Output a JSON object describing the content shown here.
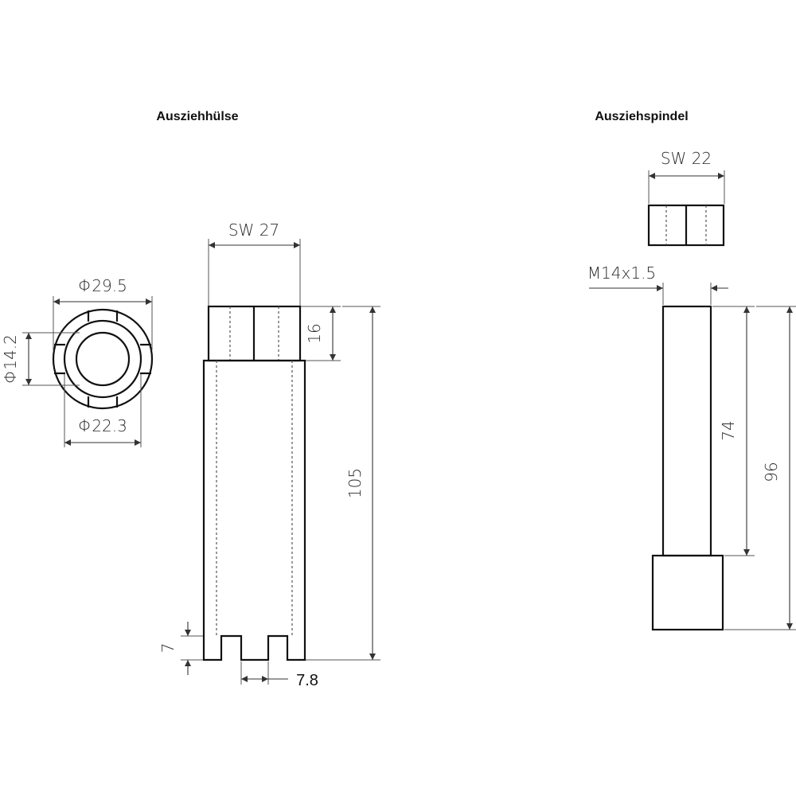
{
  "sleeve": {
    "title": "Ausziehhülse",
    "dim_outer_dia": "Φ29.5",
    "dim_inner_dia": "Φ14.2",
    "dim_mid_dia": "Φ22.3",
    "dim_across_flats": "SW 27",
    "dim_head_height": "16",
    "dim_total_length": "105",
    "dim_slot_depth": "7",
    "dim_slot_width": "7.8"
  },
  "spindle": {
    "title": "Ausziehspindel",
    "dim_across_flats": "SW 22",
    "dim_thread": "M14x1.5",
    "dim_thread_length": "74",
    "dim_total_length": "96"
  },
  "colors": {
    "line": "#111111",
    "dimension": "#333333",
    "background": "#ffffff"
  }
}
